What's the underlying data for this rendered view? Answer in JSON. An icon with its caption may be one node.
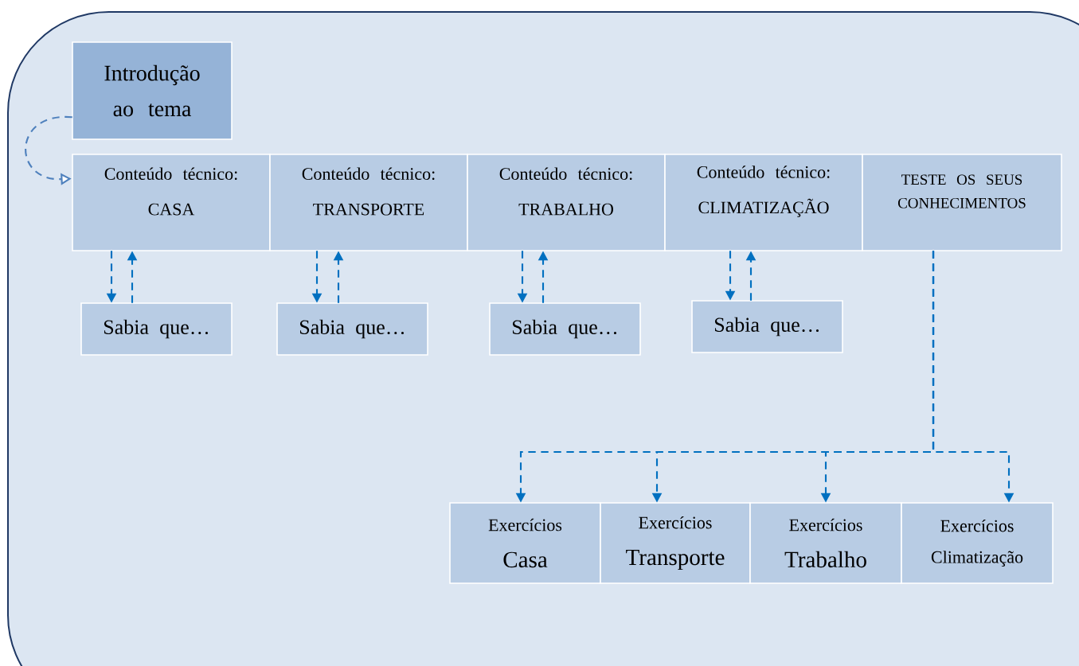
{
  "diagram": {
    "nodes": [
      {
        "text": [
          "Introdução ao tema"
        ]
      },
      {
        "text": [
          "Conteúdo técnico:",
          "CASA"
        ]
      },
      {
        "text": [
          "Conteúdo técnico:",
          "TRANSPORTE"
        ]
      },
      {
        "text": [
          "Conteúdo técnico:",
          "TRABALHO"
        ]
      },
      {
        "text": [
          "Conteúdo técnico:",
          "CLIMATIZAÇÃO"
        ]
      },
      {
        "text": [
          "TESTE OS SEUS CONHECIMENTOS"
        ]
      },
      {
        "text": [
          "Sabia que…"
        ]
      },
      {
        "text": [
          "Sabia que…"
        ]
      },
      {
        "text": [
          "Sabia que…"
        ]
      },
      {
        "text": [
          "Sabia que…"
        ]
      },
      {
        "text": [
          "Exercícios",
          "Casa"
        ]
      },
      {
        "text": [
          "Exercícios",
          "Transporte"
        ]
      },
      {
        "text": [
          "Exercícios",
          "Trabalho"
        ]
      },
      {
        "text": [
          "Exercícios",
          "Climatização"
        ]
      }
    ],
    "edges": [
      {
        "from": 0,
        "to": 1,
        "arrow": "to",
        "style": "dashed",
        "color": "#4f81bd"
      },
      {
        "from": 1,
        "to": 6,
        "arrow": "to",
        "style": "dashed"
      },
      {
        "from": 6,
        "to": 1,
        "arrow": "to",
        "style": "dashed"
      },
      {
        "from": 2,
        "to": 7,
        "arrow": "to",
        "style": "dashed"
      },
      {
        "from": 7,
        "to": 2,
        "arrow": "to",
        "style": "dashed"
      },
      {
        "from": 3,
        "to": 8,
        "arrow": "to",
        "style": "dashed"
      },
      {
        "from": 8,
        "to": 3,
        "arrow": "to",
        "style": "dashed"
      },
      {
        "from": 4,
        "to": 9,
        "arrow": "to",
        "style": "dashed"
      },
      {
        "from": 9,
        "to": 4,
        "arrow": "to",
        "style": "dashed"
      },
      {
        "from": 5,
        "to": 10,
        "arrow": "to",
        "style": "dashed"
      },
      {
        "from": 5,
        "to": 11,
        "arrow": "to",
        "style": "dashed"
      },
      {
        "from": 5,
        "to": 12,
        "arrow": "to",
        "style": "dashed"
      },
      {
        "from": 5,
        "to": 13,
        "arrow": "to",
        "style": "dashed"
      }
    ]
  }
}
